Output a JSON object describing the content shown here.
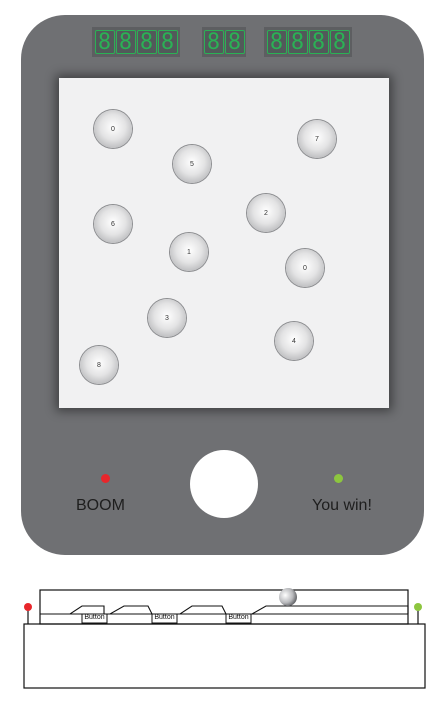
{
  "displays": {
    "left": [
      "8",
      "8",
      "8",
      "8"
    ],
    "middle": [
      "8",
      "8"
    ],
    "right": [
      "8",
      "8",
      "8",
      "8"
    ]
  },
  "balls": [
    "0",
    "5",
    "7",
    "6",
    "2",
    "1",
    "0",
    "3",
    "4",
    "8"
  ],
  "status": {
    "lose_text": "BOOM",
    "win_text": "You win!"
  },
  "colors": {
    "body": "#6f7073",
    "segment": "#2bb155",
    "lose_led": "#e8262b",
    "win_led": "#8dc63f"
  },
  "schematic": {
    "button_labels": [
      "Button",
      "Button",
      "Button"
    ]
  }
}
